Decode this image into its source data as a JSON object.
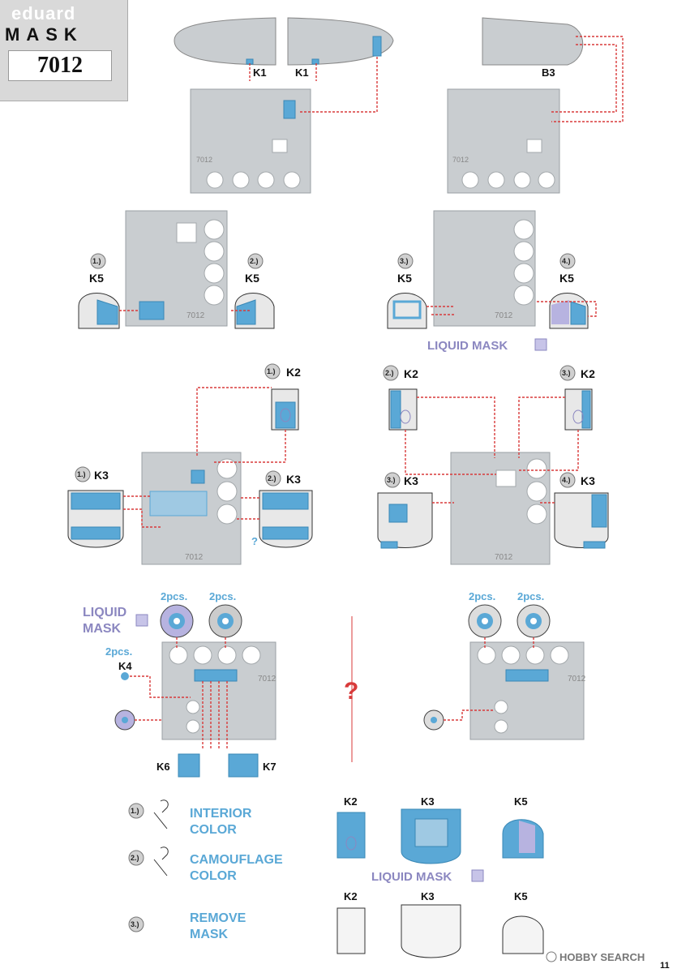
{
  "header": {
    "brand": "eduard",
    "product_line": "MASK",
    "code": "7012"
  },
  "labels": {
    "k1_left": "K1",
    "k1_right": "K1",
    "b3": "B3",
    "k5": "K5",
    "k2": "K2",
    "k3": "K3",
    "k4": "K4",
    "k6": "K6",
    "k7": "K7",
    "fret_code": "7012",
    "liquid_mask": "LIQUID MASK",
    "liquid": "LIQUID",
    "mask": "MASK",
    "pcs2": "2pcs.",
    "question": "?",
    "qmark_small": "?"
  },
  "steps": {
    "s1": "1.)",
    "s2": "2.)",
    "s3": "3.)",
    "s4": "4.)"
  },
  "legend": {
    "interior": "INTERIOR",
    "interior_2": "COLOR",
    "camouflage": "CAMOUFLAGE",
    "camouflage_2": "COLOR",
    "remove": "REMOVE",
    "remove_2": "MASK"
  },
  "footer": {
    "watermark": "HOBBY SEARCH",
    "page_number": "11"
  },
  "colors": {
    "mask_blue": "#5aa8d6",
    "liquid_mask_purple": "#8b87c0",
    "guide_red": "#d83a3a",
    "fret_grey": "#c9cdd0"
  }
}
